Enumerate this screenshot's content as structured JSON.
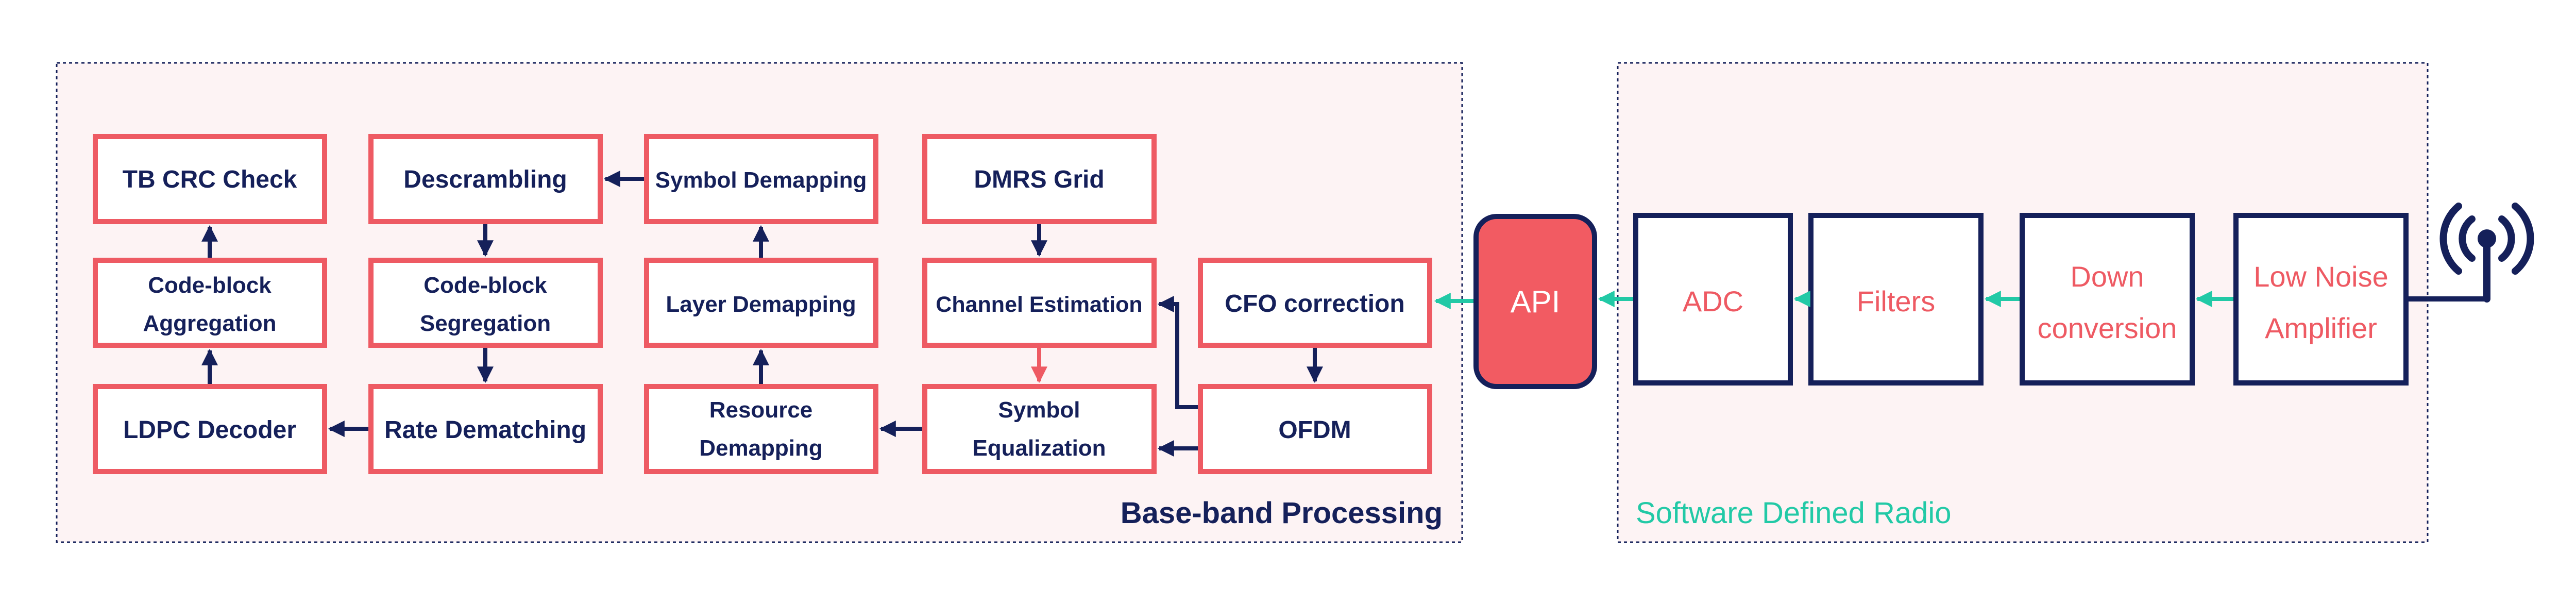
{
  "groups": {
    "baseband": {
      "label": "Base-band Processing"
    },
    "sdr": {
      "label": "Software Defined Radio"
    }
  },
  "blocks": {
    "tb_crc": {
      "lines": [
        "TB CRC Check"
      ]
    },
    "descrambling": {
      "lines": [
        "Descrambling"
      ]
    },
    "symbol_demapping": {
      "lines": [
        "Symbol Demapping"
      ]
    },
    "dmrs_grid": {
      "lines": [
        "DMRS Grid"
      ]
    },
    "cb_aggregation": {
      "lines": [
        "Code-block",
        "Aggregation"
      ]
    },
    "cb_segregation": {
      "lines": [
        "Code-block",
        "Segregation"
      ]
    },
    "layer_demapping": {
      "lines": [
        "Layer Demapping"
      ]
    },
    "channel_estimation": {
      "lines": [
        "Channel Estimation"
      ]
    },
    "cfo_correction": {
      "lines": [
        "CFO correction"
      ]
    },
    "ldpc_decoder": {
      "lines": [
        "LDPC Decoder"
      ]
    },
    "rate_dematching": {
      "lines": [
        "Rate Dematching"
      ]
    },
    "resource_demapping": {
      "lines": [
        "Resource",
        "Demapping"
      ]
    },
    "symbol_equalization": {
      "lines": [
        "Symbol",
        "Equalization"
      ]
    },
    "ofdm": {
      "lines": [
        "OFDM"
      ]
    },
    "api": {
      "lines": [
        "API"
      ]
    },
    "adc": {
      "lines": [
        "ADC"
      ]
    },
    "filters": {
      "lines": [
        "Filters"
      ]
    },
    "down_conversion": {
      "lines": [
        "Down",
        "conversion"
      ]
    },
    "lna": {
      "lines": [
        "Low Noise",
        "Amplifier"
      ]
    }
  },
  "colors": {
    "navy": "#15205a",
    "coral": "#ee5a63",
    "api_fill": "#f25b62",
    "teal": "#22c9a6",
    "group_fill": "#fdf3f4"
  },
  "icons": {
    "antenna": "antenna-icon"
  }
}
